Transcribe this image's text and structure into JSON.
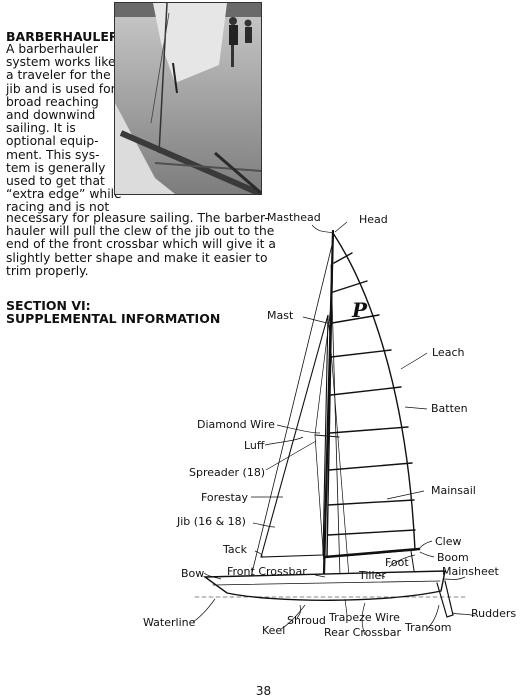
{
  "barberhauler": {
    "heading": "BARBERHAULER",
    "lines_narrow": [
      "A barberhauler",
      "system works like",
      "a traveler for the",
      "jib and is used for",
      "broad reaching",
      "and downwind",
      "sailing.  It is",
      "optional equip-",
      "ment.  This sys-",
      "tem is generally",
      "used to get that",
      "“extra edge” while",
      "racing and is not"
    ],
    "lines_wide": [
      "necessary for pleasure sailing.  The barber-",
      "hauler will pull the clew of the jib out to the",
      "end of the front crossbar which will give it a",
      "slightly better shape and make it easier to",
      "trim properly."
    ]
  },
  "section": {
    "line1": "SECTION VI:",
    "line2": "SUPPLEMENTAL INFORMATION"
  },
  "diagram": {
    "labels": {
      "masthead": "Masthead",
      "head": "Head",
      "mast": "Mast",
      "leach": "Leach",
      "batten": "Batten",
      "diamond_wire": "Diamond Wire",
      "luff": "Luff",
      "spreader": "Spreader (18)",
      "forestay": "Forestay",
      "mainsail": "Mainsail",
      "jib": "Jib (16 & 18)",
      "clew": "Clew",
      "tack": "Tack",
      "boom": "Boom",
      "foot": "Foot",
      "bow": "Bow",
      "front_crossbar": "Front Crossbar",
      "tiller": "Tiller",
      "mainsheet": "Mainsheet",
      "rudders": "Rudders",
      "waterline": "Waterline",
      "shroud": "Shroud",
      "trapeze_wire": "Trapeze Wire",
      "keel": "Keel",
      "rear_crossbar": "Rear Crossbar",
      "transom": "Transom"
    },
    "sail_logo": "P"
  },
  "page_number": "38"
}
